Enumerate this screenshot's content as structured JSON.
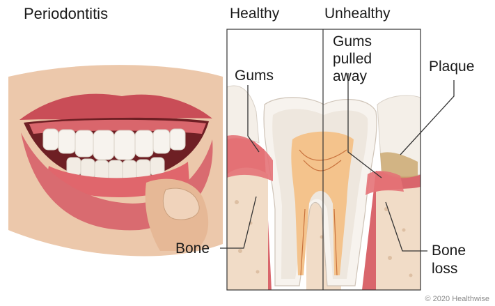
{
  "title": "Periodontitis",
  "panels": {
    "healthy": "Healthy",
    "unhealthy": "Unhealthy"
  },
  "callouts": {
    "gums": "Gums",
    "gums_pulled_away": "Gums pulled away",
    "plaque": "Plaque",
    "bone": "Bone",
    "bone_loss": "Bone loss"
  },
  "credit": "© 2020 Healthwise",
  "colors": {
    "gum": "#d9666c",
    "gum_light": "#f0a3a2",
    "lip": "#c94d57",
    "tooth": "#f7f3ee",
    "bone": "#f1dcc7",
    "pulp": "#f4c38c",
    "skin": "#e7c1a3",
    "plaque": "#c9a56a"
  }
}
